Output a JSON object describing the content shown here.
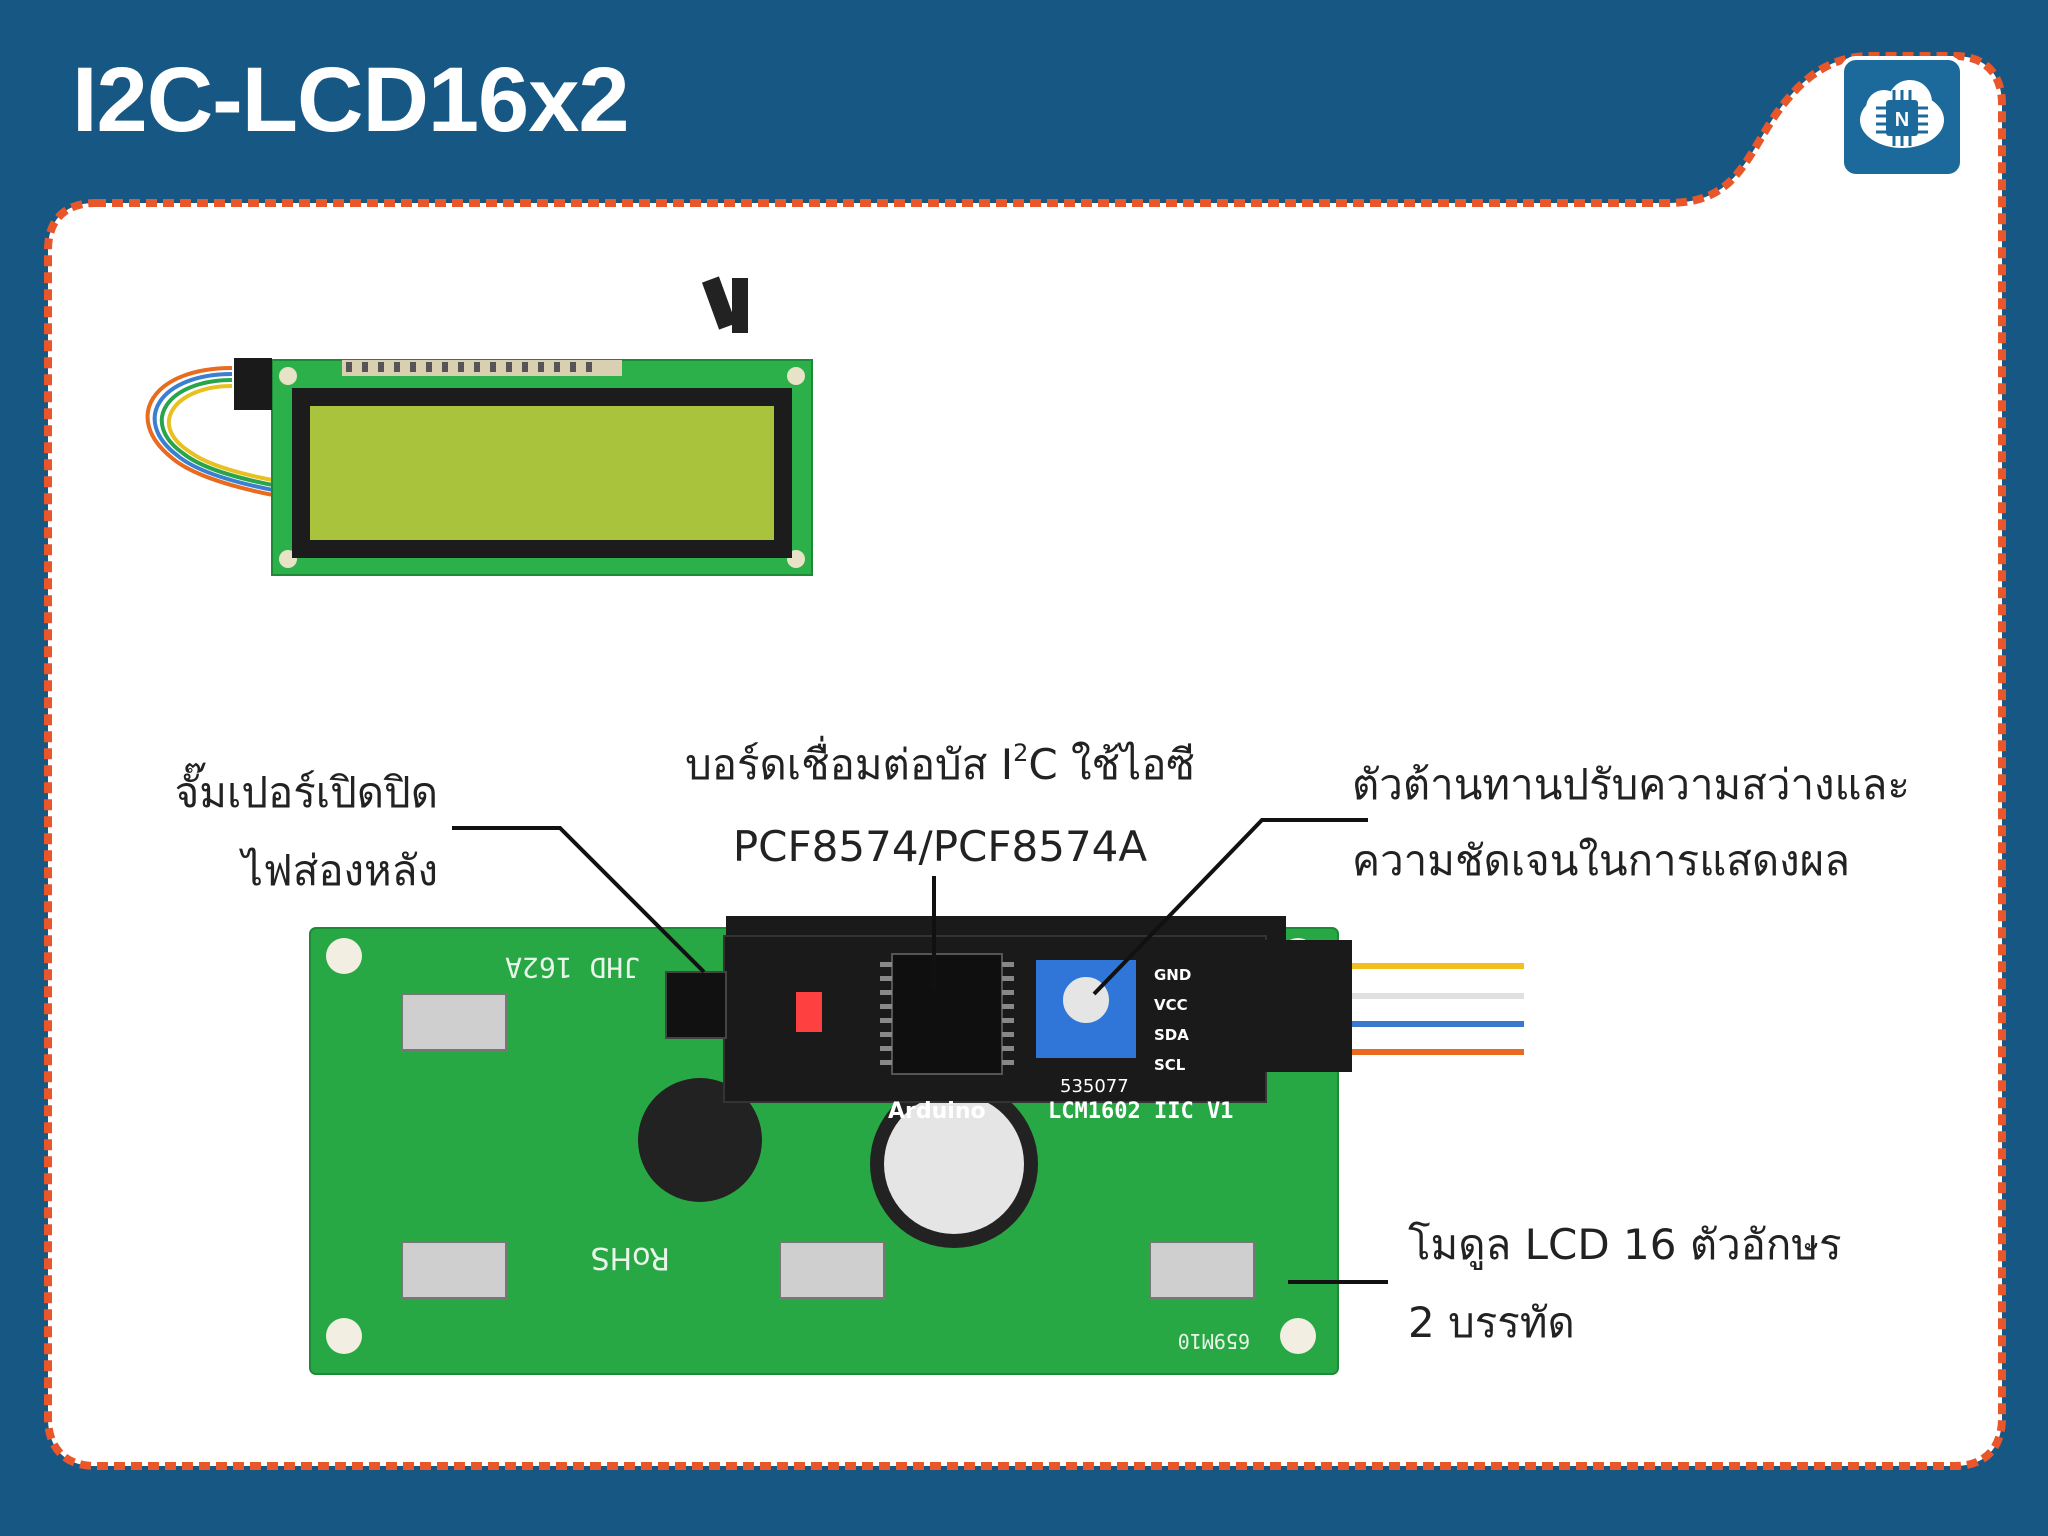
{
  "title": "I2C-LCD16x2",
  "logo": {
    "icon": "chip-cloud-icon",
    "letter": "N"
  },
  "labels": {
    "jumper_line1": "จั๊มเปอร์เปิดปิด",
    "jumper_line2": "ไฟส่องหลัง",
    "board_line1_pre": "บอร์ดเชื่อมต่อบัส I",
    "board_line1_sup": "2",
    "board_line1_post": "C ใช้ไอซี",
    "board_line2": "PCF8574/PCF8574A",
    "pot_line1": "ตัวต้านทานปรับความสว่างและ",
    "pot_line2": "ความชัดเจนในการแสดงผล",
    "module_line1": "โมดูล LCD 16 ตัวอักษร",
    "module_line2": "2 บรรทัด"
  },
  "board_silk": {
    "top_marking": "JHD 162A",
    "rohs": "RoHS",
    "ic_brand": "Arduino",
    "ic_model": "LCM1602 IIC V1",
    "pot_code": "535077",
    "pin_gnd": "GND",
    "pin_vcc": "VCC",
    "pin_sda": "SDA",
    "pin_scl": "SCL",
    "bottom_code": "659M10"
  },
  "colors": {
    "background": "#175784",
    "dashed_frame": "#e8562a",
    "panel": "#ffffff",
    "pcb_green": "#27a845",
    "lcd_screen": "#a9c43c"
  }
}
